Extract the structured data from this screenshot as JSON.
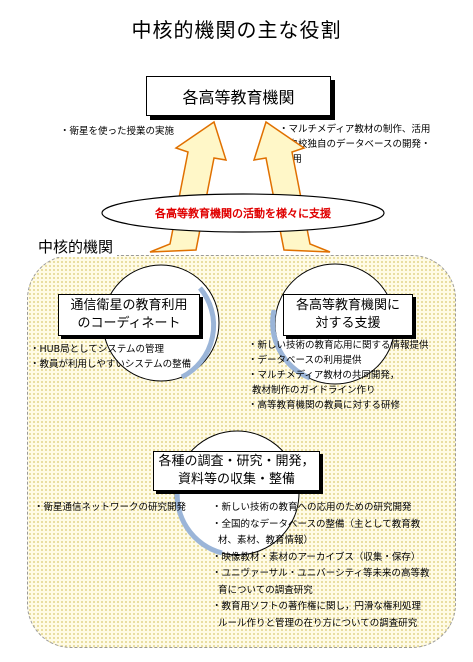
{
  "title": "中核的機関の主な役割",
  "top_box": "各高等教育機関",
  "top_left_note": "・衛星を使った授業の実施",
  "top_right_notes": [
    "・マルチメディア教材の制作、活用",
    "・自校独自のデータベースの開発・",
    "利用"
  ],
  "banner": "各高等教育機関の活動を様々に支援",
  "core_label": "中核的機関",
  "box_left": [
    "通信衛星の教育利用",
    "のコーディネート"
  ],
  "box_right": [
    "各高等教育機関に",
    "対する支援"
  ],
  "box_bottom": [
    "各種の調査・研究・開発，",
    "資料等の収集・整備"
  ],
  "left_notes": [
    "・HUB局としてシステムの管理",
    "・教員が利用しやすいシステムの整備"
  ],
  "right_notes": [
    "・新しい技術の教育応用に関する情報提供",
    "・データベースの利用提供",
    "・マルチメディア教材の共同開発，",
    "教材制作のガイドライン作り",
    "・高等教育機関の教員に対する研修"
  ],
  "bottom_left_note": "・衛星通信ネットワークの研究開発",
  "bottom_notes": [
    "・新しい技術の教育への応用のための研究開発",
    "・全国的なデータベースの整備（主として教育教",
    "材、素材、教育情報）",
    "・映像教材・素材のアーカイブス（収集・保存）",
    "・ユニヴァーサル・ユニバーシティ等未来の高等教",
    "育についての調査研究",
    "・教育用ソフトの著作権に関し，円滑な権利処理",
    "ルール作りと管理の在り方についての調査研究"
  ],
  "colors": {
    "arrow_fill": "#fff7c8",
    "arrow_stroke": "#e07000",
    "banner_text": "#e00000",
    "circle_stroke": "#9bb5d8",
    "region_fill": "#fffbe6"
  }
}
